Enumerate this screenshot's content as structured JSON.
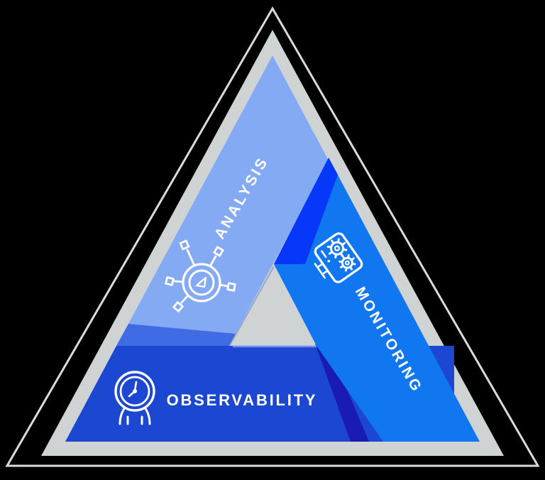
{
  "diagram": {
    "title": "triangle-ribbon-diagram",
    "background_color": "#000000",
    "outline_color": "#D9DCDC",
    "frame_color": "#CFD3D4",
    "text_color": "#FFFFFF",
    "sections": [
      {
        "id": "analysis",
        "label": "ANALYSIS",
        "color": "#83AAF3",
        "shade_color": "#3F6CE3",
        "icon": "network-analysis-icon"
      },
      {
        "id": "monitoring",
        "label": "MONITORING",
        "color": "#1077F0",
        "shade_color": "#0538F8",
        "shadow_color": "#1A1BB2",
        "icon": "gears-panel-icon"
      },
      {
        "id": "observability",
        "label": "OBSERVABILITY",
        "color": "#1C47D1",
        "edge_highlight_color": "#6B93EE",
        "icon": "gauge-icon"
      }
    ]
  }
}
